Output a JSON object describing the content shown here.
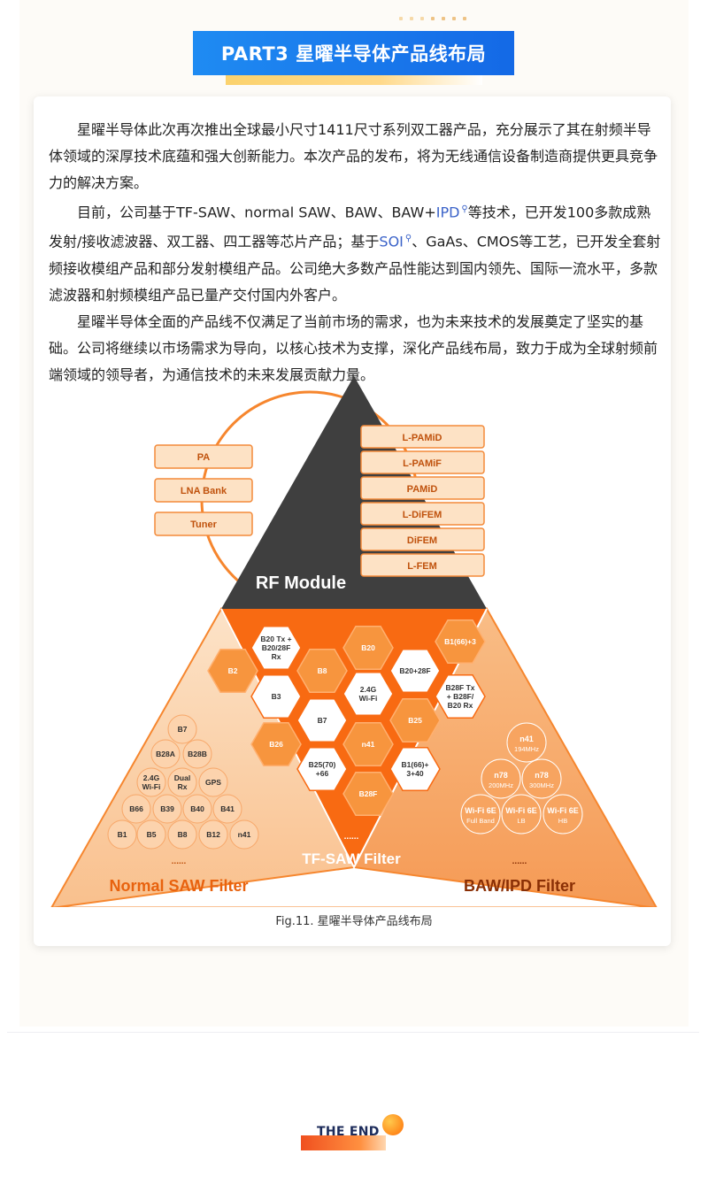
{
  "header": {
    "title": "PART3 星曜半导体产品线布局"
  },
  "article": {
    "p1": "星曜半导体此次再次推出全球最小尺寸1411尺寸系列双工器产品，充分展示了其在射频半导体领域的深厚技术底蕴和强大创新能力。本次产品的发布，将为无线通信设备制造商提供更具竞争力的解决方案。",
    "p2_a": "目前，公司基于TF-SAW、normal SAW、BAW、BAW+",
    "p2_link1": "IPD",
    "p2_b": "等技术，已开发100多款成熟发射/接收滤波器、双工器、四工器等芯片产品；基于",
    "p2_link2": "SOI",
    "p2_c": "、GaAs、CMOS等工艺，已开发全套射频接收模组产品和部分发射模组产品。公司绝大多数产品性能达到国内领先、国际一流水平，多款滤波器和射频模组产品已量产交付国内外客户。",
    "p3": "星曜半导体全面的产品线不仅满足了当前市场的需求，也为未来技术的发展奠定了坚实的基础。公司将继续以市场需求为导向，以核心技术为支撑，深化产品线布局，致力于成为全球射频前端领域的领导者，为通信技术的未来发展贡献力量。",
    "search_icon_glyph": "⚲"
  },
  "diagram": {
    "rf_module": {
      "title": "RF Module",
      "left_items": [
        "PA",
        "LNA Bank",
        "Tuner"
      ],
      "right_items": [
        "L-PAMiD",
        "L-PAMiF",
        "PAMiD",
        "L-DiFEM",
        "DiFEM",
        "L-FEM"
      ]
    },
    "tf_saw": {
      "title": "TF-SAW Filter",
      "more": "......",
      "cells": [
        {
          "lines": [
            "B2"
          ],
          "fill": "orange"
        },
        {
          "lines": [
            "B20 Tx +",
            "B20/28F",
            "Rx"
          ],
          "fill": "white"
        },
        {
          "lines": [
            "B20"
          ],
          "fill": "orange"
        },
        {
          "lines": [
            "B1(66)+3"
          ],
          "fill": "orange"
        },
        {
          "lines": [
            "B8"
          ],
          "fill": "orange"
        },
        {
          "lines": [
            "B3"
          ],
          "fill": "white"
        },
        {
          "lines": [
            "2.4G",
            "Wi-Fi"
          ],
          "fill": "white"
        },
        {
          "lines": [
            "B20+28F"
          ],
          "fill": "white"
        },
        {
          "lines": [
            "B28F Tx",
            "+ B28F/",
            "B20 Rx"
          ],
          "fill": "white"
        },
        {
          "lines": [
            "B7"
          ],
          "fill": "white"
        },
        {
          "lines": [
            "B25"
          ],
          "fill": "orange"
        },
        {
          "lines": [
            "B26"
          ],
          "fill": "orange"
        },
        {
          "lines": [
            "n41"
          ],
          "fill": "orange"
        },
        {
          "lines": [
            "B25(70)",
            "+66"
          ],
          "fill": "white"
        },
        {
          "lines": [
            "B1(66)+",
            "3+40"
          ],
          "fill": "white"
        },
        {
          "lines": [
            "B28F"
          ],
          "fill": "orange"
        }
      ]
    },
    "normal_saw": {
      "title": "Normal SAW Filter",
      "more": "......",
      "cells": [
        {
          "lines": [
            "B7"
          ]
        },
        {
          "lines": [
            "B28A"
          ]
        },
        {
          "lines": [
            "B28B"
          ]
        },
        {
          "lines": [
            "2.4G",
            "Wi-Fi"
          ]
        },
        {
          "lines": [
            "Dual",
            "Rx"
          ]
        },
        {
          "lines": [
            "GPS"
          ]
        },
        {
          "lines": [
            "B66"
          ]
        },
        {
          "lines": [
            "B39"
          ]
        },
        {
          "lines": [
            "B40"
          ]
        },
        {
          "lines": [
            "B41"
          ]
        },
        {
          "lines": [
            "B1"
          ]
        },
        {
          "lines": [
            "B5"
          ]
        },
        {
          "lines": [
            "B8"
          ]
        },
        {
          "lines": [
            "B12"
          ]
        },
        {
          "lines": [
            "n41"
          ]
        }
      ]
    },
    "baw_ipd": {
      "title": "BAW/IPD Filter",
      "more": "......",
      "cells": [
        {
          "lines": [
            "n41",
            "194MHz"
          ]
        },
        {
          "lines": [
            "n78",
            "200MHz"
          ]
        },
        {
          "lines": [
            "n78",
            "300MHz"
          ]
        },
        {
          "lines": [
            "Wi-Fi 6E",
            "Full Band"
          ]
        },
        {
          "lines": [
            "Wi-Fi 6E",
            "LB"
          ]
        },
        {
          "lines": [
            "Wi-Fi 6E",
            "HB"
          ]
        }
      ]
    },
    "caption": "Fig.11. 星曜半导体产品线布局"
  },
  "footer": {
    "end_text": "THE END"
  },
  "colors": {
    "title_blue": "#1a7cef",
    "orange": "#f86a12",
    "light_orange": "#fbd0a6",
    "dark": "#3f3f3f"
  }
}
